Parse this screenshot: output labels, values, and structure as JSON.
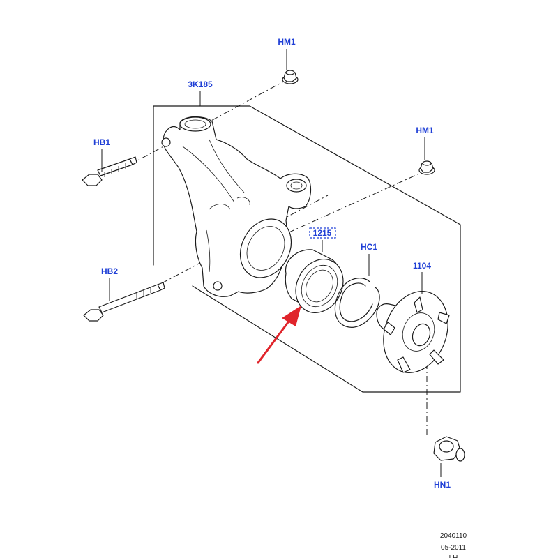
{
  "callouts": {
    "hm1_top": "HM1",
    "knuckle": "3K185",
    "hb1": "HB1",
    "hm1_right": "HM1",
    "bearing": "1215",
    "hc1": "HC1",
    "hub": "1104",
    "hb2": "HB2",
    "hn1": "HN1"
  },
  "footer": {
    "ref_number": "2040110",
    "date": "05-2011",
    "side": "LH"
  },
  "colors": {
    "callout_text": "#1f3fd6",
    "highlight_box": "#1f3fd6",
    "arrow": "#e0242b",
    "line": "#1a1a1a"
  },
  "icons": {
    "pointer": "red-arrow-icon"
  }
}
